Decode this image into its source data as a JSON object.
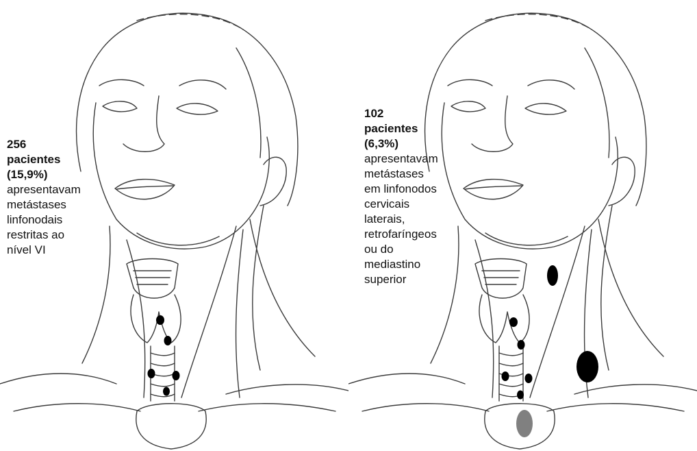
{
  "panels": [
    {
      "caption": {
        "count": "256",
        "word": "pacientes",
        "percent": "(15,9%)",
        "lines": [
          "apresentavam",
          "metástases",
          "linfonodais",
          "restritas ao",
          "nível VI"
        ]
      }
    },
    {
      "caption": {
        "count": "102",
        "word": "pacientes",
        "percent": "(6,3%)",
        "lines": [
          "apresentavam",
          "metástases",
          "em linfonodos",
          "cervicais",
          "laterais,",
          "retrofaríngeos",
          "ou do",
          "mediastino",
          "superior"
        ]
      }
    }
  ],
  "colors": {
    "line_art": "#3a3a3a",
    "lymph_node": "#000000",
    "background": "#ffffff"
  }
}
